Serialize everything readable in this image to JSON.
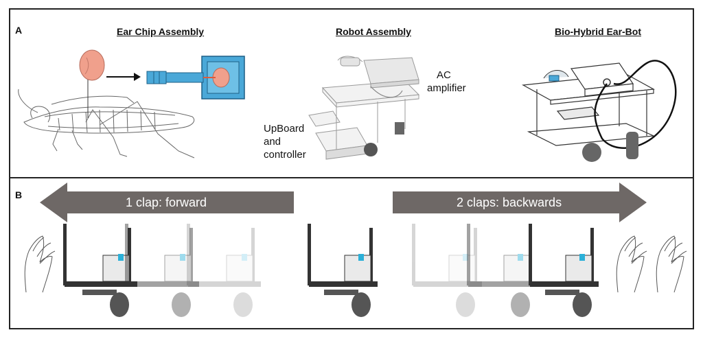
{
  "panel_a": {
    "letter": "A",
    "sections": {
      "ear_chip": "Ear Chip Assembly",
      "robot": "Robot Assembly",
      "biohybrid": "Bio-Hybrid Ear-Bot"
    },
    "labels": {
      "ac_line1": "AC",
      "ac_line2": "amplifier",
      "up_line1": "UpBoard",
      "up_line2": "and",
      "up_line3": "controller"
    }
  },
  "panel_b": {
    "letter": "B",
    "arrow_forward": "1 clap: forward",
    "arrow_backwards": "2 claps: backwards"
  },
  "colors": {
    "ear": "#f0a08c",
    "chip": "#4aa8d8",
    "arrow": "#6e6866",
    "robot_dark": "#555555"
  }
}
